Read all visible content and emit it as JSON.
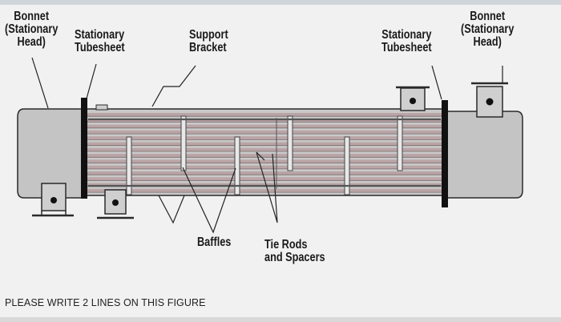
{
  "labels": {
    "bonnet_left": "Bonnet\n(Stationary\nHead)",
    "tubesheet_left": "Stationary\nTubesheet",
    "support_bracket": "Support\nBracket",
    "tubesheet_right": "Stationary\nTubesheet",
    "bonnet_right": "Bonnet\n(Stationary\nHead)",
    "baffles": "Baffles",
    "tie_rods": "Tie Rods\nand Spacers"
  },
  "note": "PLEASE WRITE 2 LINES ON THIS FIGURE",
  "colors": {
    "shell": "#c4c4c4",
    "tubes": "#b9a4a6",
    "outline": "#2a2a2a",
    "tubesheet": "#111111",
    "background": "#f1f1f1"
  }
}
